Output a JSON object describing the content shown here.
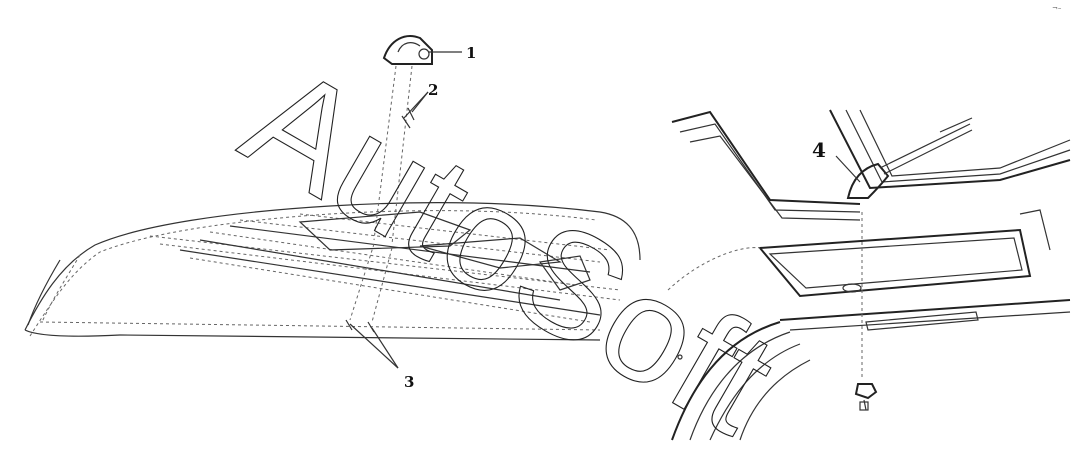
{
  "callouts": {
    "c1": "1",
    "c2": "2",
    "c3": "3",
    "c4": "4"
  },
  "watermark": "AutoSoft",
  "corner_mark": "¬–"
}
